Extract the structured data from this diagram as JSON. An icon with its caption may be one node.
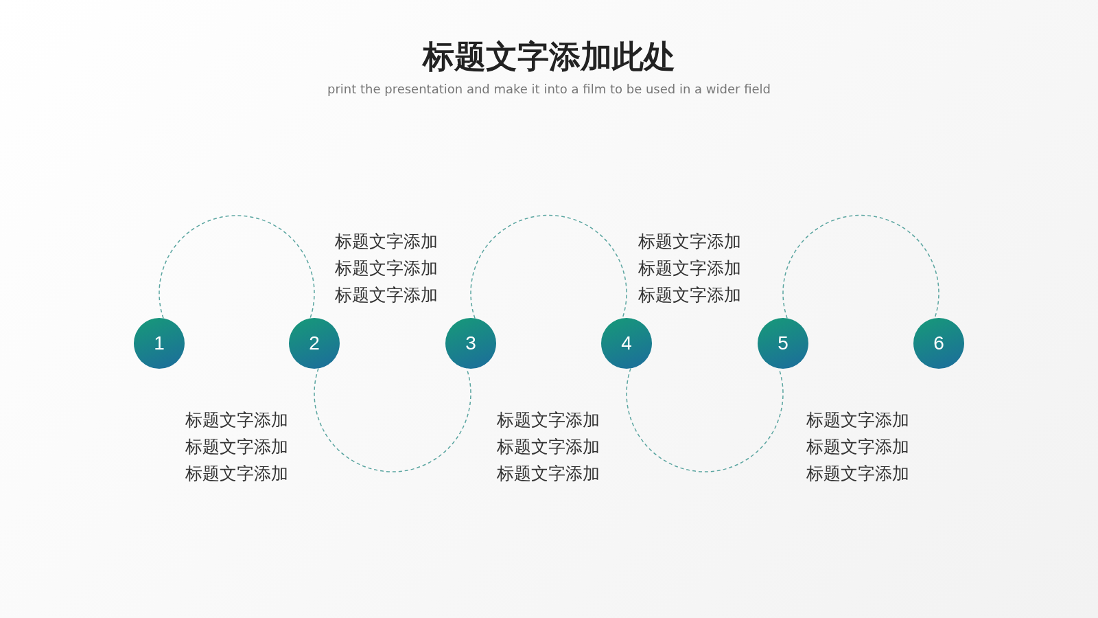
{
  "diagram": {
    "title": "标题文字添加此处",
    "nodes": [
      {
        "text": [
          "1"
        ]
      },
      {
        "text": [
          "2"
        ]
      },
      {
        "text": [
          "3"
        ]
      },
      {
        "text": [
          "4"
        ]
      },
      {
        "text": [
          "5"
        ]
      },
      {
        "text": [
          "6"
        ]
      }
    ],
    "edges": [
      {
        "from": 0,
        "to": 1,
        "arrow": "none",
        "style": "dashed"
      },
      {
        "from": 1,
        "to": 2,
        "arrow": "none",
        "style": "dashed"
      },
      {
        "from": 2,
        "to": 3,
        "arrow": "none",
        "style": "dashed"
      },
      {
        "from": 3,
        "to": 4,
        "arrow": "none",
        "style": "dashed"
      },
      {
        "from": 4,
        "to": 5,
        "arrow": "none",
        "style": "dashed"
      }
    ],
    "labels": [
      "print the presentation and make it into a film to be used in a wider field",
      "标题文字添加",
      "标题文字添加",
      "标题文字添加",
      "标题文字添加",
      "标题文字添加",
      "标题文字添加",
      "标题文字添加",
      "标题文字添加",
      "标题文字添加",
      "标题文字添加",
      "标题文字添加",
      "标题文字添加",
      "标题文字添加",
      "标题文字添加",
      "标题文字添加"
    ]
  }
}
